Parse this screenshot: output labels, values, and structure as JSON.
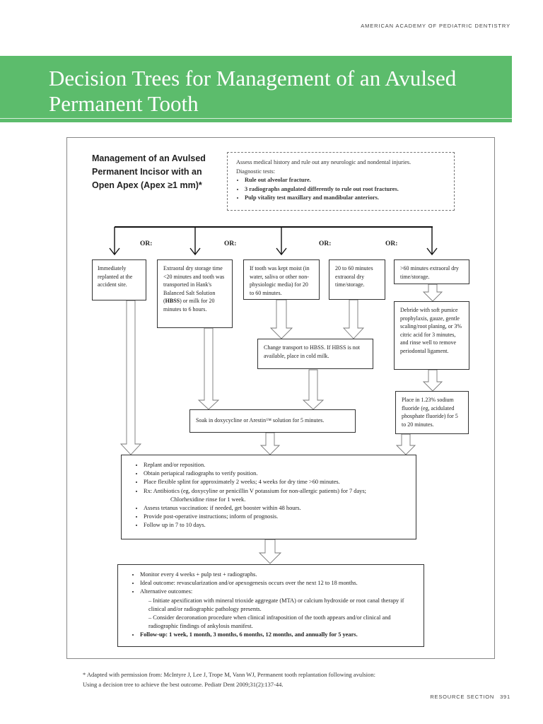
{
  "header": {
    "organization": "AMERICAN ACADEMY OF PEDIATRIC DENTISTRY"
  },
  "title": {
    "line1": "Decision Trees for Management of an Avulsed",
    "line2": "Permanent Tooth"
  },
  "chart": {
    "title": "Management of an Avulsed Permanent Incisor with an Open Apex (Apex ≥1 mm)*",
    "assessment": {
      "intro": "Assess medical history and rule out any neurologic and nondental injuries.",
      "tests_label": "Diagnostic tests:",
      "tests": [
        "Rule out alveolar fracture.",
        "3 radiographs angulated differently to rule out root fractures.",
        "Pulp vitality test maxillary and mandibular anteriors."
      ]
    },
    "or_label": "OR:",
    "scenarios": {
      "immediate": "Immediately replanted at the accident site.",
      "dry_hbss_pre": "Extraoral dry storage time <20 minutes and tooth was transported in Hank's Balanced Salt Solution (",
      "dry_hbss_bold": "HBSS",
      "dry_hbss_post": ") or milk for 20 minutes to 6 hours.",
      "moist": "If tooth was kept moist (in water, saliva or other non-physiologic media) for 20 to 60 minutes.",
      "dry_20_60": "20 to 60 minutes extraoral dry time/storage.",
      "over_60": ">60 minutes extraoral dry time/storage."
    },
    "change_transport": "Change transport to HBSS. If HBSS is not available, place in cold milk.",
    "debride": "Debride with soft pumice prophylaxis, gauze, gentle scaling/root planing, or 3% citric acid for 3 minutes, and rinse well to remove periodontal ligament.",
    "fluoride": "Place in 1.23% sodium fluoride (eg, acidulated phosphate fluoride) for 5 to 20 minutes.",
    "soak": "Soak in doxycycline or Arestin™ solution for 5 minutes.",
    "treatment": [
      "Replant and/or reposition.",
      "Obtain periapical radiographs to verify position.",
      "Place flexible splint for approximately 2 weeks; 4 weeks for dry time >60 minutes.",
      "Rx:  Antibiotics (eg, doxycyline or penicillin V potassium for non-allergic patients) for 7 days;",
      "Chlorhexidine rinse for 1 week.",
      "Assess tetanus vaccination: if needed, get booster within 48 hours.",
      "Provide post-operative instructions; inform of prognosis.",
      "Follow up in 7 to 10 days."
    ],
    "followup": {
      "monitor": "Monitor every 4 weeks + pulp test + radiographs.",
      "ideal": "Ideal outcome: revascularization and/or apexogenesis occurs over the next 12 to 18 months.",
      "alternative_label": "Alternative outcomes:",
      "alternatives": [
        "Initiate apexification with mineral trioxide aggregate (MTA) or calcium hydroxide or root canal therapy if clinical and/or radiographic pathology presents.",
        "Consider decoronation procedure when clinical infraposition of the tooth appears and/or clinical and radiographic findings of ankylosis manifest."
      ],
      "schedule": "Follow-up: 1 week, 1 month, 3 months, 6 months, 12 months, and annually for 5 years."
    }
  },
  "footnote": {
    "line1": "* Adapted with permission from: McIntyre J, Lee J, Trope M, Vann WJ, Permanent tooth replantation following avulsion:",
    "line2": "Using a decision tree to achieve the best outcome. Pediatr Dent 2009;31(2):137-44."
  },
  "footer": {
    "section": "RESOURCE SECTION",
    "page": "391"
  },
  "colors": {
    "title_band": "#5cbc6c"
  }
}
